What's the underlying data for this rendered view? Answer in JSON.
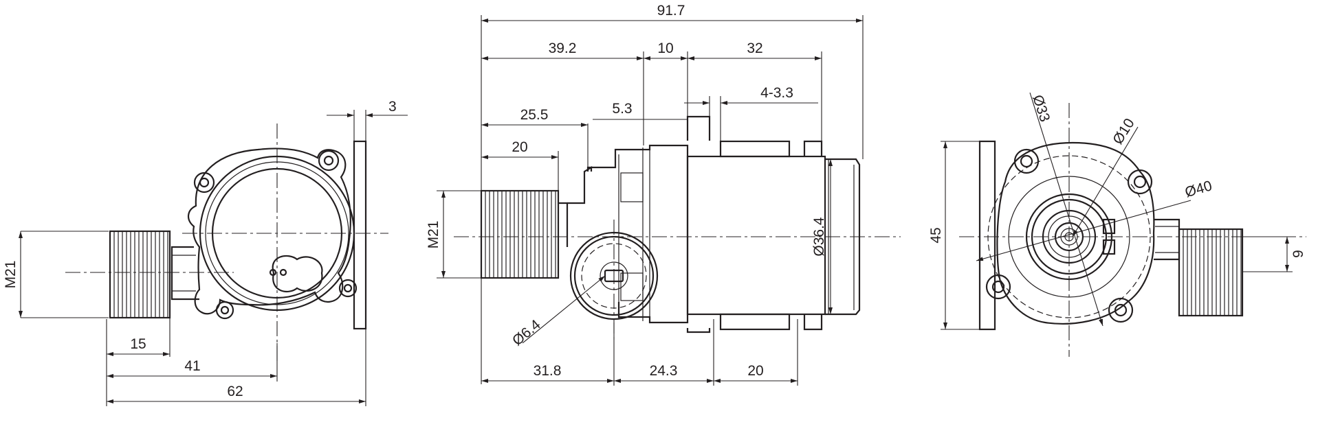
{
  "side_view": {
    "dims": {
      "m21": "M21",
      "d3": "3",
      "d15": "15",
      "d41": "41",
      "d62": "62"
    }
  },
  "front_view": {
    "dims": {
      "d917": "91.7",
      "d392": "39.2",
      "d10": "10",
      "d32": "32",
      "d433": "4-3.3",
      "d255": "25.5",
      "d53": "5.3",
      "d20top": "20",
      "m21": "M21",
      "d364": "Ø36.4",
      "d64": "Ø6.4",
      "d318": "31.8",
      "d243": "24.3",
      "d20bot": "20"
    }
  },
  "end_view": {
    "dims": {
      "d33": "Ø33",
      "d10": "Ø10",
      "d40": "Ø40",
      "d45": "45",
      "d9": "9"
    }
  },
  "colors": {
    "line": "#231f20",
    "background": "#ffffff"
  }
}
